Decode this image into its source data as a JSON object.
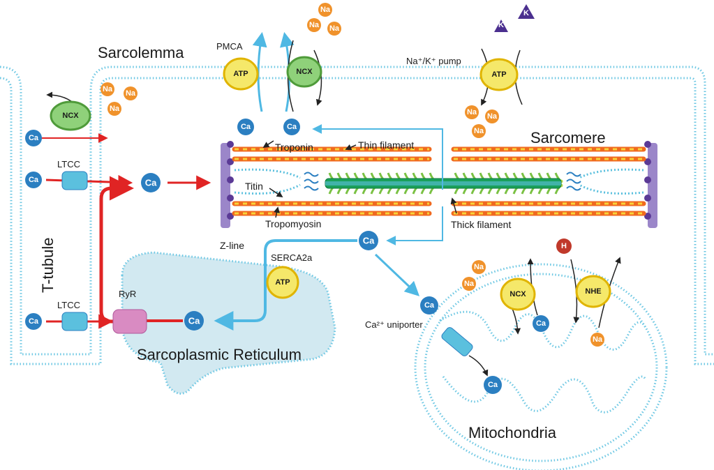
{
  "labels": {
    "sarcolemma": "Sarcolemma",
    "sarcomere": "Sarcomere",
    "t_tubule": "T-tubule",
    "sr": "Sarcoplasmic Reticulum",
    "mitochondria": "Mitochondria",
    "z_line": "Z-line",
    "troponin": "Troponin",
    "thin_filament": "Thin filament",
    "titin": "Titin",
    "tropomyosin": "Tropomyosin",
    "thick_filament": "Thick filament",
    "pmca": "PMCA",
    "nak_pump": "Na⁺/K⁺ pump",
    "ltcc_top": "LTCC",
    "ltcc_bottom": "LTCC",
    "ryr": "RyR",
    "serca": "SERCA2a",
    "uniporter": "Ca²⁺ uniporter"
  },
  "proteins": {
    "atp": "ATP",
    "ncx": "NCX",
    "nhe": "NHE"
  },
  "ions": {
    "ca": "Ca",
    "na": "Na",
    "k": "K",
    "h": "H"
  },
  "colors": {
    "membrane": "#5bc0de",
    "ca": "#2b7fc1",
    "na": "#f0922b",
    "k": "#4b2f8f",
    "h": "#c0392b",
    "atp": "#f5e86a",
    "ncx": "#8fd17a",
    "flow_red": "#e02424",
    "flow_blue": "#4fb8e3",
    "sr_fill": "#cfe8f0",
    "zline": "#9b86c9"
  }
}
